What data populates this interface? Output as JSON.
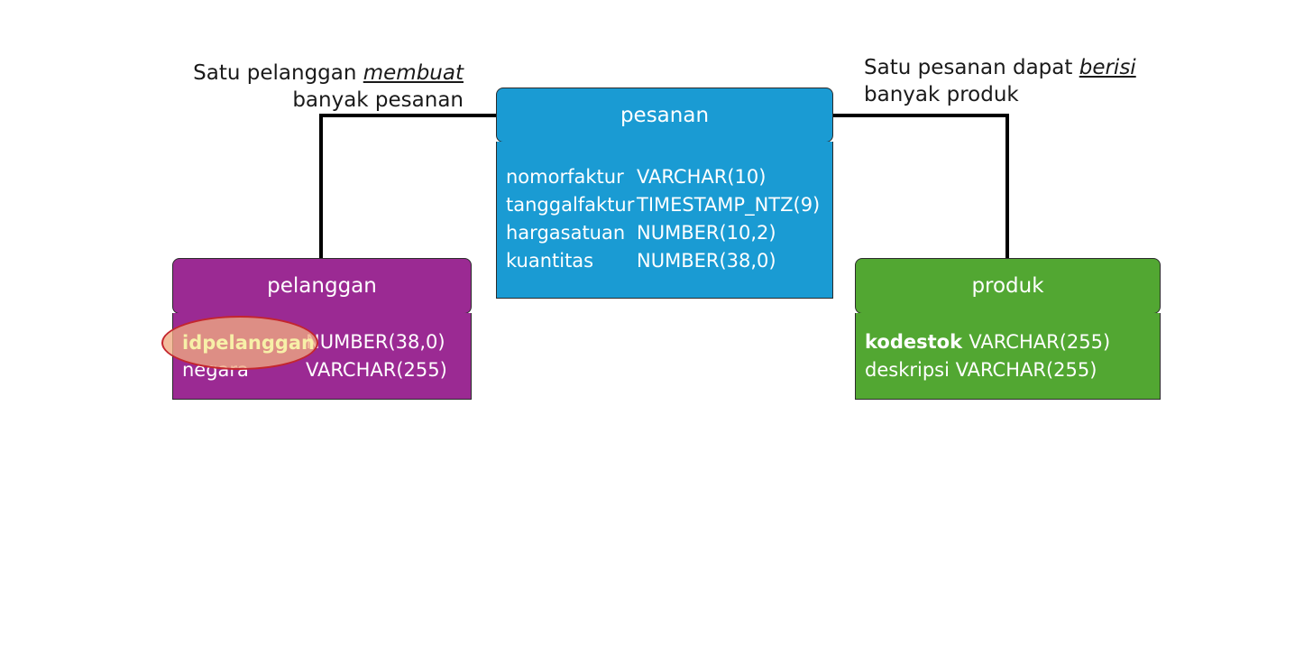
{
  "relationships": {
    "left": {
      "prefix": "Satu pelanggan ",
      "verb": "membuat",
      "line2": "banyak pesanan"
    },
    "right": {
      "prefix": "Satu pesanan dapat ",
      "verb": "berisi",
      "line2": "banyak produk"
    }
  },
  "entities": {
    "pesanan": {
      "title": "pesanan",
      "color": "#1a9bd3",
      "attributes": [
        {
          "name": "nomorfaktur",
          "type": "VARCHAR(10)"
        },
        {
          "name": "tanggalfaktur",
          "type": "TIMESTAMP_NTZ(9)"
        },
        {
          "name": "hargasatuan",
          "type": "NUMBER(10,2)"
        },
        {
          "name": "kuantitas",
          "type": "NUMBER(38,0)"
        }
      ]
    },
    "pelanggan": {
      "title": "pelanggan",
      "color": "#9b2a93",
      "attributes": [
        {
          "name": "idpelanggan",
          "type": "NUMBER(38,0)"
        },
        {
          "name": "negara",
          "type": "VARCHAR(255)"
        }
      ]
    },
    "produk": {
      "title": "produk",
      "color": "#52a732",
      "attributes": [
        {
          "name": "kodestok",
          "type": "VARCHAR(255)"
        },
        {
          "name": "deskripsi",
          "type": "VARCHAR(255)"
        }
      ]
    }
  },
  "highlight_color": "#c4262e"
}
